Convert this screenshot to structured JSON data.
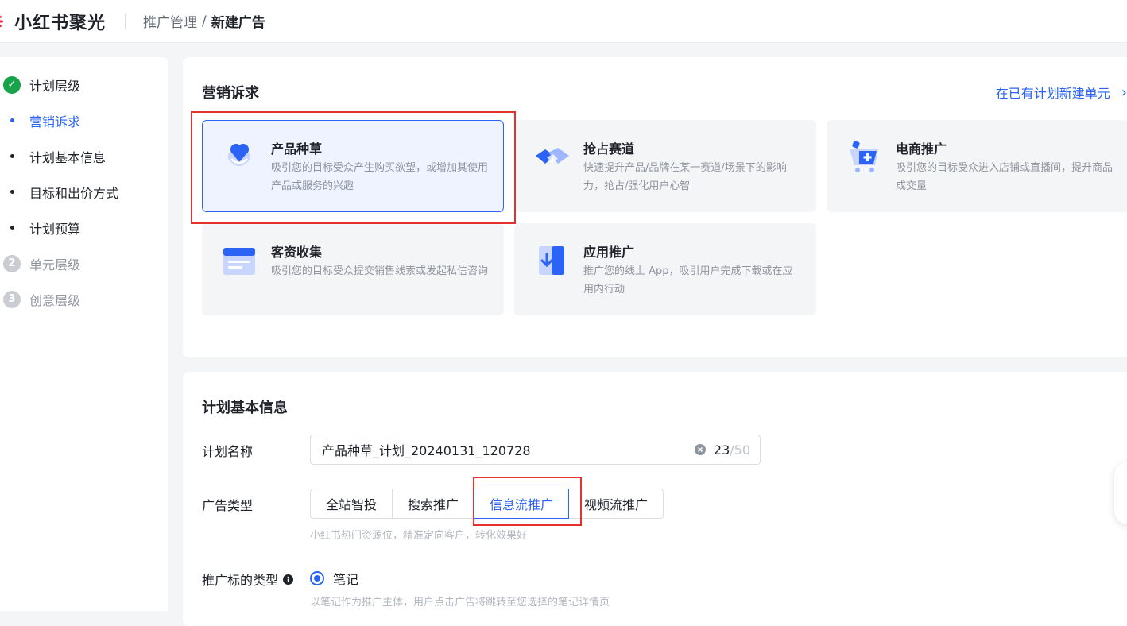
{
  "header": {
    "brand": "小红书聚光",
    "breadcrumb_parent": "推广管理",
    "breadcrumb_sep": "/",
    "breadcrumb_current": "新建广告"
  },
  "sidebar": {
    "steps": [
      {
        "label": "计划层级",
        "badge": "✓",
        "state": "done"
      },
      {
        "label": "营销诉求",
        "state": "active"
      },
      {
        "label": "计划基本信息",
        "state": "normal"
      },
      {
        "label": "目标和出价方式",
        "state": "normal"
      },
      {
        "label": "计划预算",
        "state": "normal"
      },
      {
        "label": "单元层级",
        "badge": "2",
        "state": "todo"
      },
      {
        "label": "创意层级",
        "badge": "3",
        "state": "todo"
      }
    ]
  },
  "marketing": {
    "title": "营销诉求",
    "new_unit_link": "在已有计划新建单元",
    "link_chevron": "›",
    "options": [
      {
        "title": "产品种草",
        "desc": "吸引您的目标受众产生购买欲望，或增加其使用产品或服务的兴趣",
        "icon": "seed-icon",
        "selected": true
      },
      {
        "title": "抢占赛道",
        "desc": "快速提升产品/品牌在某一赛道/场景下的影响力，抢占/强化用户心智",
        "icon": "handshake-icon",
        "selected": false
      },
      {
        "title": "电商推广",
        "desc": "吸引您的目标受众进入店铺或直播间，提升商品成交量",
        "icon": "cart-icon",
        "selected": false
      },
      {
        "title": "客资收集",
        "desc": "吸引您的目标受众提交销售线索或发起私信咨询",
        "icon": "form-icon",
        "selected": false
      },
      {
        "title": "应用推广",
        "desc": "推广您的线上 App，吸引用户完成下载或在应用内行动",
        "icon": "app-download-icon",
        "selected": false
      }
    ]
  },
  "basic_info": {
    "title": "计划基本信息",
    "plan_name_label": "计划名称",
    "plan_name_value": "产品种草_计划_20240131_120728",
    "plan_name_count": "23",
    "plan_name_max": "/50",
    "ad_type_label": "广告类型",
    "ad_types": [
      "全站智投",
      "搜索推广",
      "信息流推广",
      "视频流推广"
    ],
    "ad_type_selected": "信息流推广",
    "ad_type_hint": "小红书热门资源位，精准定向客户，转化效果好",
    "target_type_label": "推广标的类型",
    "target_type_option": "笔记",
    "target_type_hint": "以笔记作为推广主体，用户点击广告将跳转至您选择的笔记详情页"
  },
  "colors": {
    "accent": "#2b63f5",
    "done": "#16a34a",
    "highlight": "#e5312d",
    "brand": "#ff2442"
  }
}
